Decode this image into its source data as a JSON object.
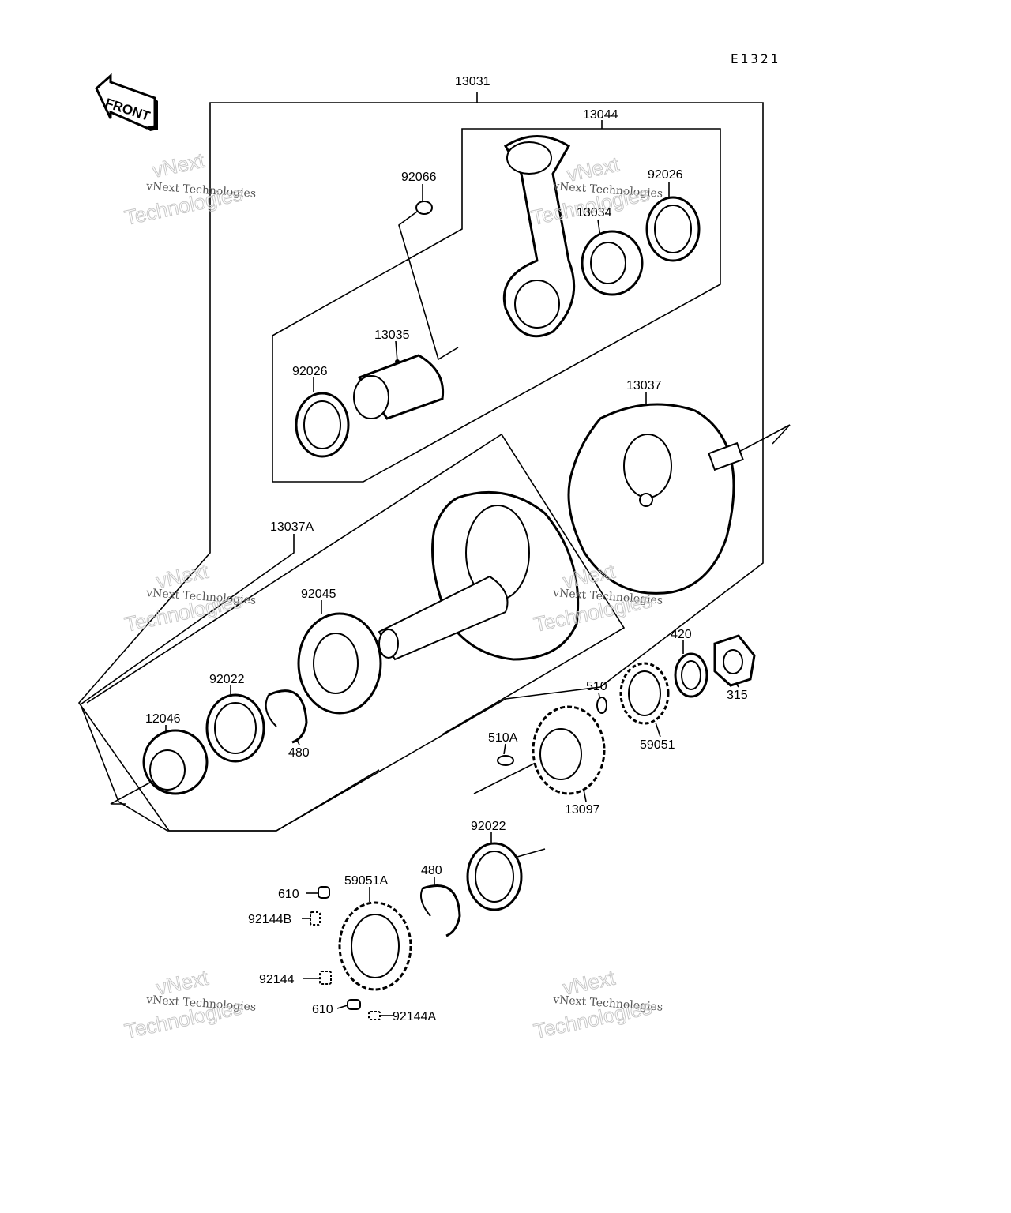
{
  "diagram_code": "E1321",
  "front_label": "FRONT",
  "watermark": {
    "line1": "vNext Technologies",
    "line2": "vNext",
    "line3": "Technologies"
  },
  "labels": {
    "l13031": "13031",
    "l13044": "13044",
    "l92066": "92066",
    "l92026a": "92026",
    "l13034": "13034",
    "l13035": "13035",
    "l92026b": "92026",
    "l13037": "13037",
    "l13037A": "13037A",
    "l92045": "92045",
    "l92022a": "92022",
    "l12046": "12046",
    "l480a": "480",
    "l420": "420",
    "l315": "315",
    "l510": "510",
    "l59051": "59051",
    "l510A": "510A",
    "l13097": "13097",
    "l92022b": "92022",
    "l480b": "480",
    "l59051A": "59051A",
    "l610a": "610",
    "l92144B": "92144B",
    "l92144": "92144",
    "l610b": "610",
    "l92144A": "92144A"
  }
}
